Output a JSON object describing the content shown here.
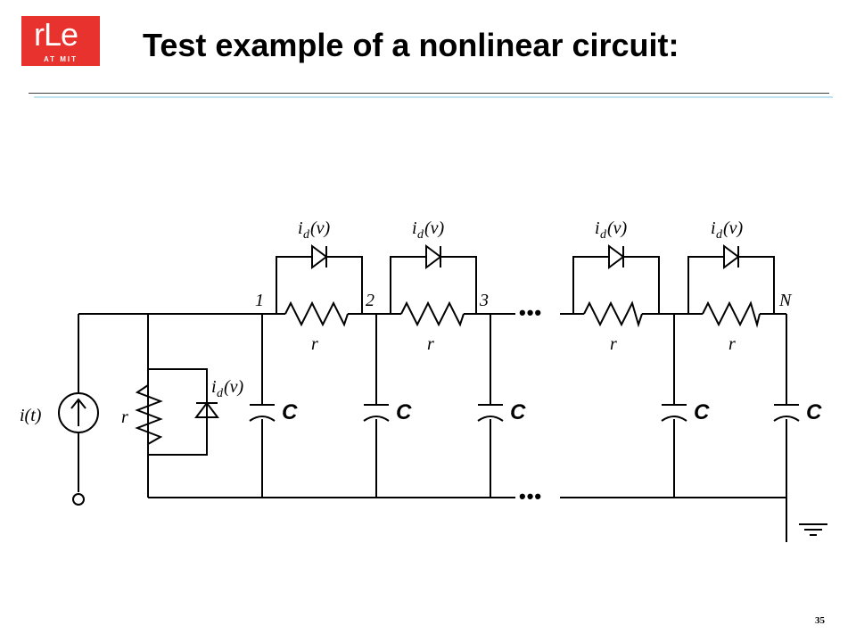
{
  "logo": {
    "main": "rLe",
    "sub": "AT MIT"
  },
  "title": "Test example of a nonlinear circuit:",
  "page_number": "35",
  "diagram": {
    "node_labels": [
      "1",
      "2",
      "3",
      "N"
    ],
    "source_label": "i(t)",
    "resistor_label": "r",
    "capacitor_label": "C",
    "diode_label": {
      "main": "i",
      "sub": "d",
      "arg": "(v)"
    },
    "ellipsis": "•••"
  }
}
